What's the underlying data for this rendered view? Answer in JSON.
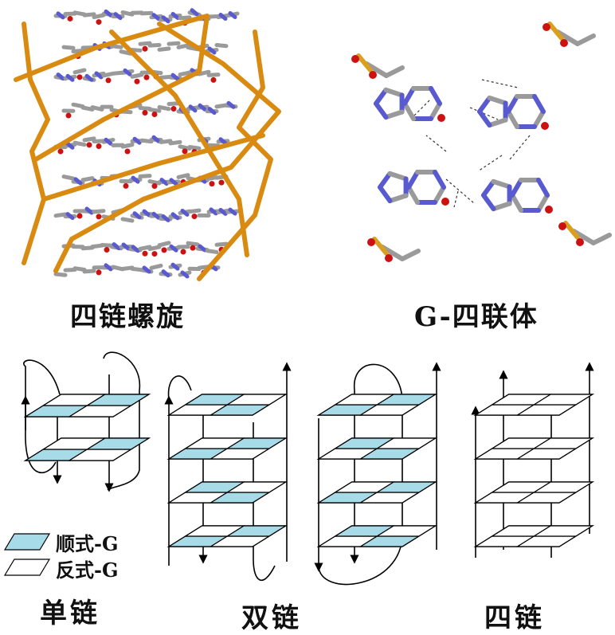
{
  "captions": {
    "quadruplex_helix": "四链螺旋",
    "g_quartet": "G-四联体",
    "single_strand": "单链",
    "double_strand": "双链",
    "four_strand": "四链"
  },
  "legend": {
    "syn_g": "顺式-G",
    "anti_g": "反式-G"
  },
  "colors": {
    "backbone": "#d98a10",
    "carbon": "#9a9a9a",
    "nitrogen": "#5a5ad0",
    "oxygen": "#cc1111",
    "phosphorus": "#d9a020",
    "syn_fill": "#a8dbe8",
    "anti_fill": "#ffffff",
    "line": "#000000"
  }
}
